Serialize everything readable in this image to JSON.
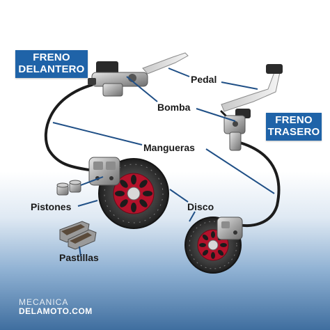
{
  "badges": {
    "front": [
      "FRENO",
      "DELANTERO"
    ],
    "rear": [
      "FRENO",
      "TRASERO"
    ],
    "color": "#1f63a8"
  },
  "labels": {
    "pedal": "Pedal",
    "bomba": "Bomba",
    "mangueras": "Mangueras",
    "pistones": "Pistones",
    "disco": "Disco",
    "pastillas": "Pastillas"
  },
  "watermark": {
    "line1": "MECANICA",
    "line2": "DELAMOTO.COM"
  },
  "colors": {
    "disc_hub": "#b3122b",
    "leader_line": "#1f4f86"
  }
}
